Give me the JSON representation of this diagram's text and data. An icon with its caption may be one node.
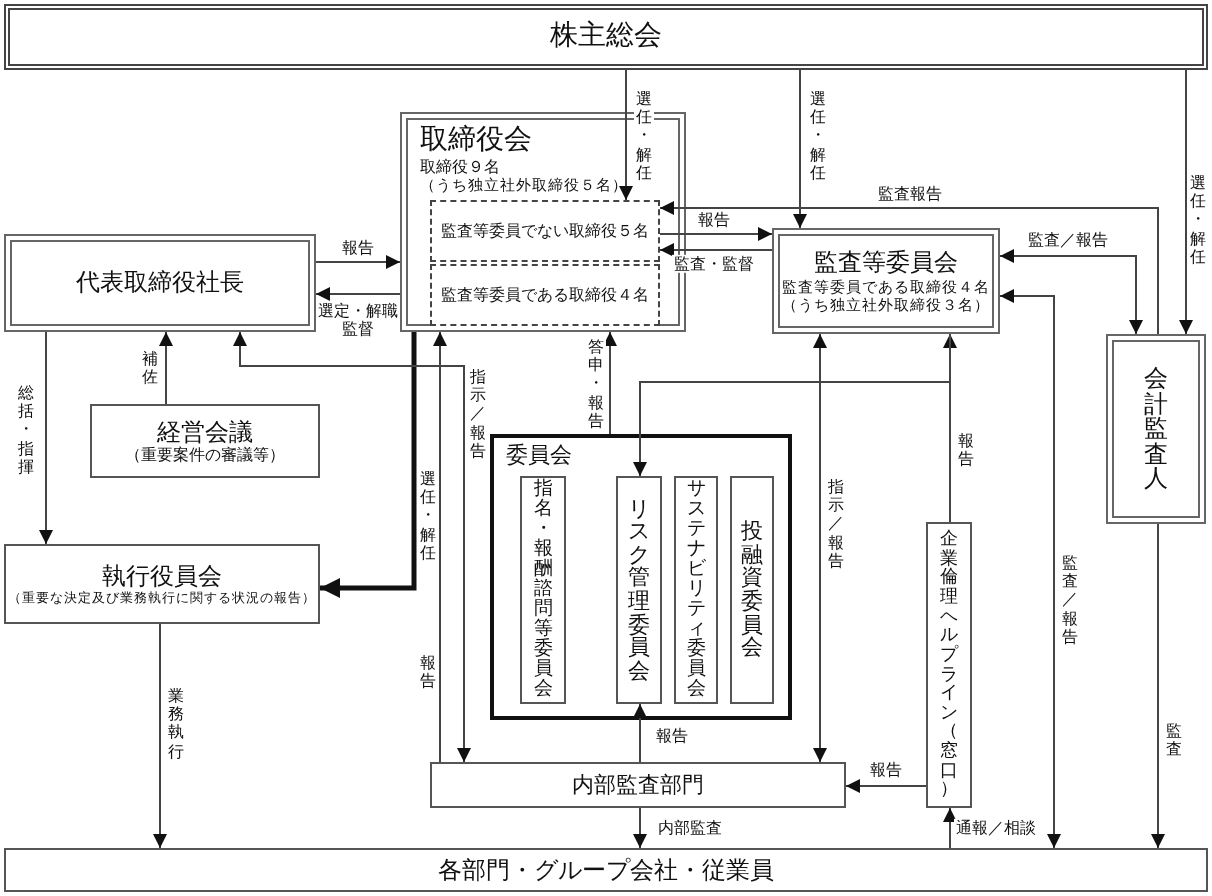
{
  "diagram": {
    "nodes": [
      {
        "text": [
          "株主総会"
        ]
      },
      {
        "text": [
          "取締役会",
          "取締役９名",
          "（うち独立社外取締役５名）"
        ]
      },
      {
        "text": [
          "監査等委員でない取締役５名"
        ],
        "in": 1
      },
      {
        "text": [
          "監査等委員である取締役４名"
        ],
        "in": 1
      },
      {
        "text": [
          "代表取締役社長"
        ]
      },
      {
        "text": [
          "監査等委員会",
          "監査等委員である取締役４名",
          "（うち独立社外取締役３名）"
        ]
      },
      {
        "text": [
          "会計監査人"
        ]
      },
      {
        "text": [
          "経営会議",
          "（重要案件の審議等）"
        ]
      },
      {
        "text": [
          "執行役員会",
          "（重要な決定及び業務執行に関する状況の報告）"
        ]
      },
      {
        "text": [
          "委員会"
        ]
      },
      {
        "text": [
          "指名・報酬諮問等委員会"
        ],
        "in": 9
      },
      {
        "text": [
          "リスク管理委員会"
        ],
        "in": 9
      },
      {
        "text": [
          "サステナビリティ委員会"
        ],
        "in": 9
      },
      {
        "text": [
          "投融資委員会"
        ],
        "in": 9
      },
      {
        "text": [
          "企業倫理ヘルプライン（窓口）"
        ]
      },
      {
        "text": [
          "内部監査部門"
        ]
      },
      {
        "text": [
          "各部門・グループ会社・従業員"
        ]
      }
    ],
    "edges": [
      {
        "from": 0,
        "to": 2,
        "arrow": "to",
        "label": "選任・解任"
      },
      {
        "from": 0,
        "to": 5,
        "arrow": "to",
        "label": "選任・解任"
      },
      {
        "from": 0,
        "to": 6,
        "arrow": "to",
        "label": "選任・解任"
      },
      {
        "from": 6,
        "to": 2,
        "arrow": "to",
        "label": "監査報告"
      },
      {
        "from": 2,
        "to": 5,
        "arrow": "to",
        "label": "報告"
      },
      {
        "from": 5,
        "to": 2,
        "arrow": "to",
        "label": "監査・監督"
      },
      {
        "from": 5,
        "to": 6,
        "arrow": "both",
        "label": "監査／報告"
      },
      {
        "from": 4,
        "to": 1,
        "arrow": "to",
        "label": "報告"
      },
      {
        "from": 1,
        "to": 4,
        "arrow": "to",
        "label": "選定・解職監督"
      },
      {
        "from": 7,
        "to": 4,
        "arrow": "to",
        "label": "補佐"
      },
      {
        "from": 4,
        "to": 8,
        "arrow": "to",
        "label": "総括・指揮"
      },
      {
        "from": 1,
        "to": 8,
        "arrow": "to",
        "label": "選任・解任",
        "style": "thick"
      },
      {
        "from": 15,
        "to": 1,
        "arrow": "to",
        "label": "報告"
      },
      {
        "from": 4,
        "to": 15,
        "arrow": "both",
        "label": "指示／報告"
      },
      {
        "from": 9,
        "to": 1,
        "arrow": "to",
        "label": "答申・報告"
      },
      {
        "from": 14,
        "to": 5,
        "arrow": "to",
        "label": "報告"
      },
      {
        "from": 5,
        "to": 11,
        "arrow": "to"
      },
      {
        "from": 5,
        "to": 15,
        "arrow": "both",
        "label": "指示／報告"
      },
      {
        "from": 5,
        "to": 16,
        "arrow": "both",
        "label": "監査／報告"
      },
      {
        "from": 6,
        "to": 16,
        "arrow": "to",
        "label": "監査"
      },
      {
        "from": 15,
        "to": 11,
        "arrow": "to",
        "label": "報告"
      },
      {
        "from": 14,
        "to": 15,
        "arrow": "to",
        "label": "報告"
      },
      {
        "from": 16,
        "to": 14,
        "arrow": "to",
        "label": "通報／相談"
      },
      {
        "from": 15,
        "to": 16,
        "arrow": "to",
        "label": "内部監査"
      },
      {
        "from": 8,
        "to": 16,
        "arrow": "to",
        "label": "業務執行"
      }
    ]
  }
}
